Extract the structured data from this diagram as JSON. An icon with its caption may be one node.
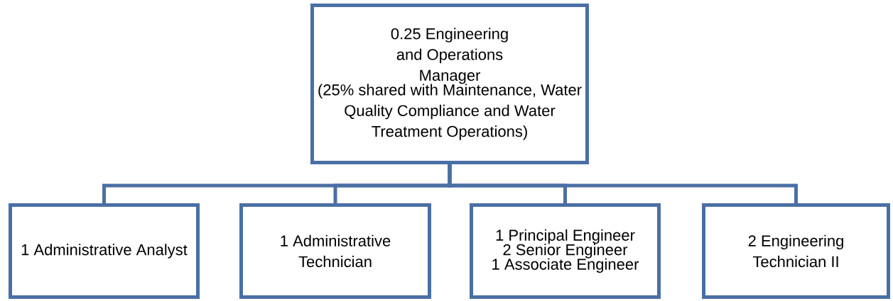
{
  "diagram": {
    "nodes": [
      {
        "text": [
          "0.25 Engineering and Operations Manager",
          "(25% shared with Maintenance, Water Quality Compliance and Water Treatment Operations)"
        ]
      },
      {
        "text": [
          "1 Administrative Analyst"
        ]
      },
      {
        "text": [
          "1 Administrative Technician"
        ]
      },
      {
        "text": [
          "1 Principal Engineer",
          "2 Senior Engineer",
          "1 Associate Engineer"
        ]
      },
      {
        "text": [
          "2 Engineering Technician II"
        ]
      }
    ],
    "edges": [
      {
        "from": 0,
        "to": 1,
        "arrow": "none"
      },
      {
        "from": 0,
        "to": 2,
        "arrow": "none"
      },
      {
        "from": 0,
        "to": 3,
        "arrow": "none"
      },
      {
        "from": 0,
        "to": 4,
        "arrow": "none"
      }
    ]
  }
}
